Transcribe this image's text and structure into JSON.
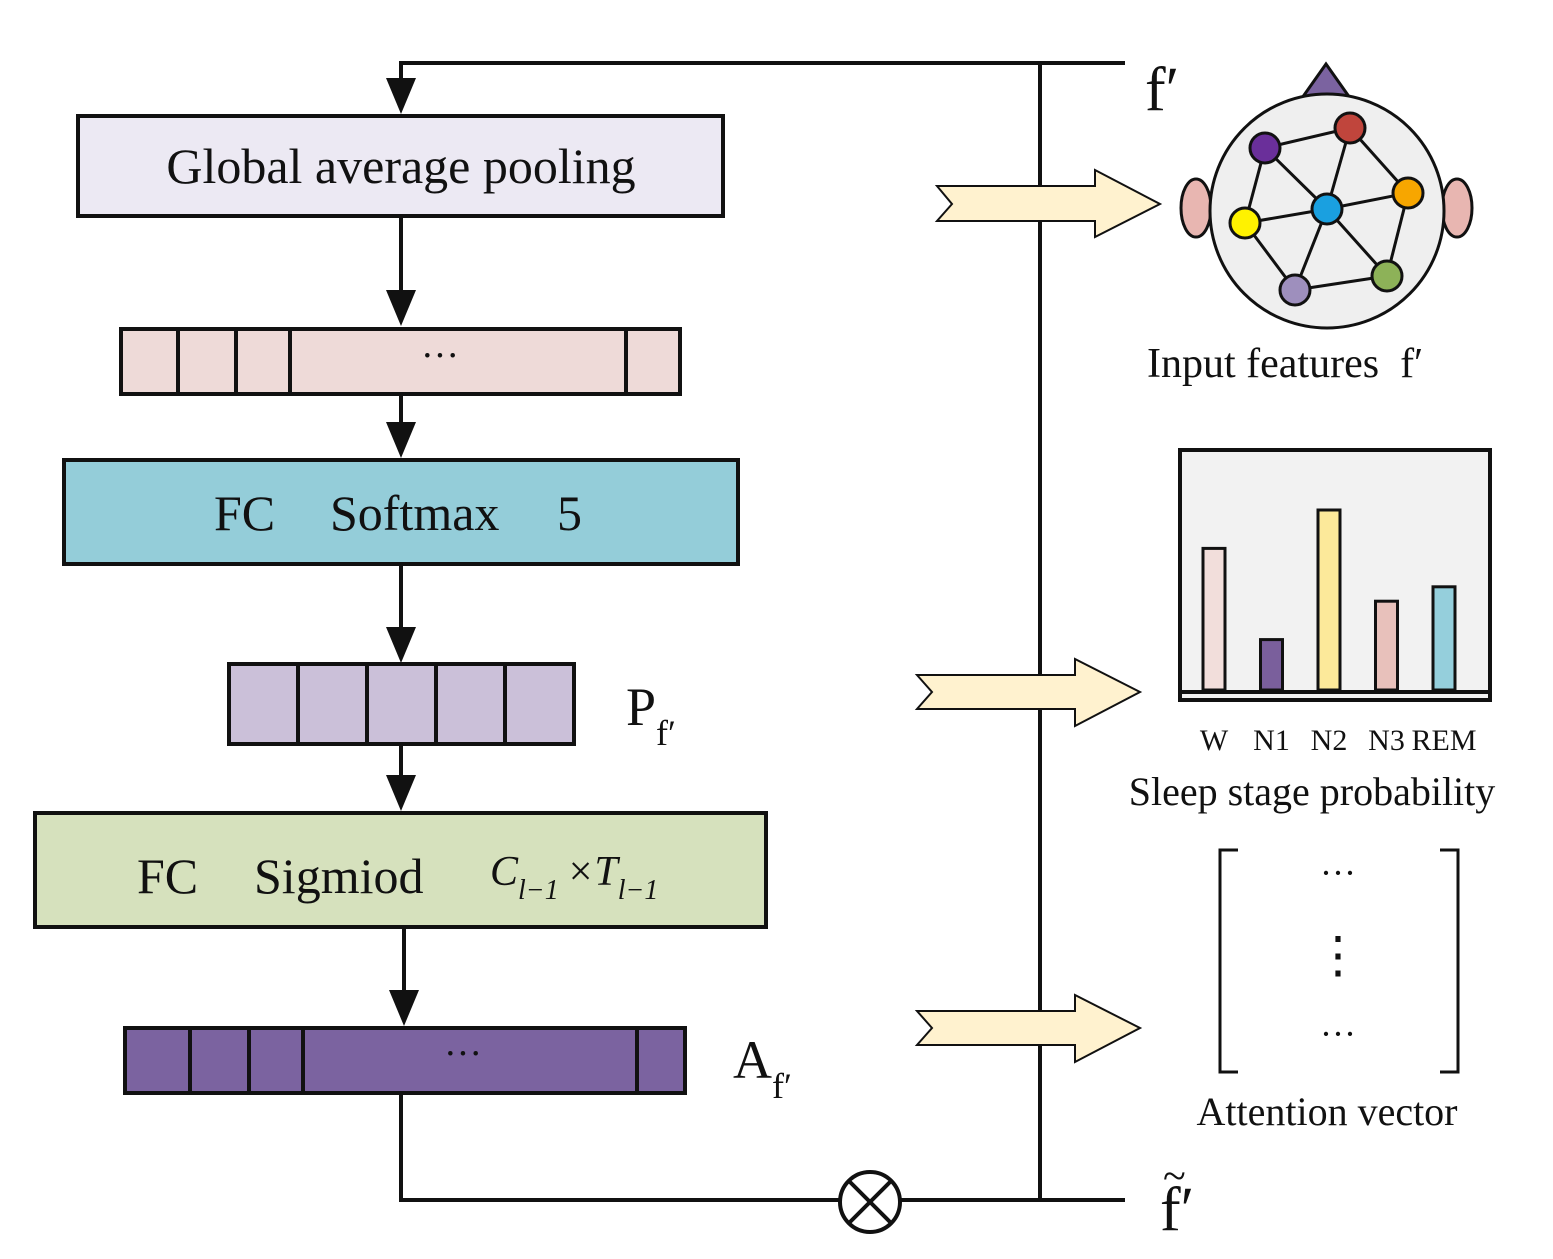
{
  "blocks": {
    "gap": "Global average pooling",
    "fc1": {
      "fc": "FC",
      "activation": "Softmax",
      "size": "5"
    },
    "fc2": {
      "fc": "FC",
      "activation": "Sigmiod",
      "c_sym": "C",
      "t_sym": "T",
      "sub": "l−1",
      "times": "×"
    }
  },
  "vectors": {
    "ellipsis": "···",
    "p_label": {
      "base": "P",
      "sub": "f′"
    },
    "a_label": {
      "base": "A",
      "sub": "f′"
    }
  },
  "signals": {
    "input": "f′",
    "output": "f′",
    "output_tilde": "~",
    "multiply": "⊗"
  },
  "panels": {
    "input_caption": "Input features  f′",
    "prob_caption": "Sleep stage probability",
    "attention_caption": "Attention vector",
    "attention_h_ellipsis": "···",
    "attention_v_ellipsis": "⋮"
  },
  "chart_data": {
    "type": "bar",
    "categories": [
      "W",
      "N1",
      "N2",
      "N3",
      "REM"
    ],
    "values": [
      0.59,
      0.21,
      0.75,
      0.37,
      0.43
    ],
    "ylim": [
      0,
      1
    ],
    "colors": [
      "#f2dedb",
      "#7a5f9c",
      "#fce99a",
      "#e8c1bb",
      "#95cfdc"
    ]
  },
  "colors": {
    "gap_fill": "#ece9f3",
    "feature_vec_fill": "#eedad8",
    "softmax_fill": "#94cdd9",
    "prob_vec_fill": "#cbc0d9",
    "sigmoid_fill": "#d6e1bd",
    "attention_vec_fill": "#7b63a0",
    "arrow_fill": "#fff2cf",
    "panel_bg": "#f2f2f2",
    "ear_fill": "#e8b6b1",
    "head_fill": "#efefef",
    "nose_fill": "#7b63a0",
    "nodes": [
      "#6a2f9a",
      "#c0453c",
      "#f7a600",
      "#fff200",
      "#1aa0e0",
      "#9e8fbd",
      "#8db258"
    ]
  }
}
